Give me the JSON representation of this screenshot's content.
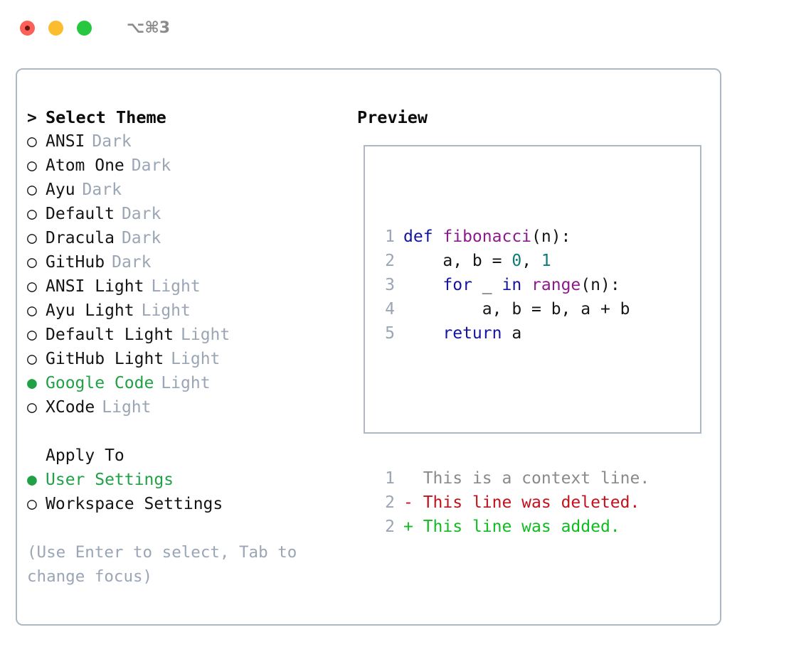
{
  "window": {
    "shortcut": "⌥⌘3",
    "traffic_lights": [
      {
        "name": "close",
        "color": "#fb6158"
      },
      {
        "name": "minimize",
        "color": "#fbbd2e"
      },
      {
        "name": "maximize",
        "color": "#27c73f"
      }
    ]
  },
  "theme_picker": {
    "header": "Select Theme",
    "header_prefix": ">",
    "marker_selected": "●",
    "marker_unselected": "○",
    "items": [
      {
        "label": "ANSI",
        "variant": "Dark",
        "selected": false
      },
      {
        "label": "Atom One",
        "variant": "Dark",
        "selected": false
      },
      {
        "label": "Ayu",
        "variant": "Dark",
        "selected": false
      },
      {
        "label": "Default",
        "variant": "Dark",
        "selected": false
      },
      {
        "label": "Dracula",
        "variant": "Dark",
        "selected": false
      },
      {
        "label": "GitHub",
        "variant": "Dark",
        "selected": false
      },
      {
        "label": "ANSI Light",
        "variant": "Light",
        "selected": false
      },
      {
        "label": "Ayu Light",
        "variant": "Light",
        "selected": false
      },
      {
        "label": "Default Light",
        "variant": "Light",
        "selected": false
      },
      {
        "label": "GitHub Light",
        "variant": "Light",
        "selected": false
      },
      {
        "label": "Google Code",
        "variant": "Light",
        "selected": true
      },
      {
        "label": "XCode",
        "variant": "Light",
        "selected": false
      }
    ]
  },
  "apply_to": {
    "header": "Apply To",
    "items": [
      {
        "label": "User Settings",
        "selected": true
      },
      {
        "label": "Workspace Settings",
        "selected": false
      }
    ]
  },
  "hint": "(Use Enter to select, Tab to change focus)",
  "preview": {
    "title": "Preview",
    "code_lines": [
      {
        "number": "1",
        "tokens": [
          {
            "text": "def ",
            "type": "kw"
          },
          {
            "text": "fibonacci",
            "type": "fn"
          },
          {
            "text": "(n):",
            "type": "pl"
          }
        ]
      },
      {
        "number": "2",
        "tokens": [
          {
            "text": "    a, b = ",
            "type": "pl"
          },
          {
            "text": "0",
            "type": "num"
          },
          {
            "text": ", ",
            "type": "pl"
          },
          {
            "text": "1",
            "type": "num"
          }
        ]
      },
      {
        "number": "3",
        "tokens": [
          {
            "text": "    ",
            "type": "pl"
          },
          {
            "text": "for",
            "type": "kw"
          },
          {
            "text": " _ ",
            "type": "pl"
          },
          {
            "text": "in",
            "type": "kw"
          },
          {
            "text": " ",
            "type": "pl"
          },
          {
            "text": "range",
            "type": "fn"
          },
          {
            "text": "(n):",
            "type": "pl"
          }
        ]
      },
      {
        "number": "4",
        "tokens": [
          {
            "text": "        a, b = b, a + b",
            "type": "pl"
          }
        ]
      },
      {
        "number": "5",
        "tokens": [
          {
            "text": "    ",
            "type": "pl"
          },
          {
            "text": "return",
            "type": "kw"
          },
          {
            "text": " a",
            "type": "pl"
          }
        ]
      }
    ],
    "diff_lines": [
      {
        "number": "1",
        "sign": " ",
        "text": " This is a context line.",
        "type": "ctx"
      },
      {
        "number": "2",
        "sign": "-",
        "text": " This line was deleted.",
        "type": "del"
      },
      {
        "number": "2",
        "sign": "+",
        "text": " This line was added.",
        "type": "add"
      }
    ]
  },
  "colors": {
    "panel_border": "#aeb7c4",
    "selected_green": "#21a147",
    "muted_gray": "#9aa5b5",
    "keyword_blue": "#1414a0",
    "function_purple": "#8c1a8c",
    "number_teal": "#0f7b76",
    "diff_added": "#11bb22",
    "diff_deleted": "#c1121c",
    "diff_context": "#8a8a8a"
  }
}
